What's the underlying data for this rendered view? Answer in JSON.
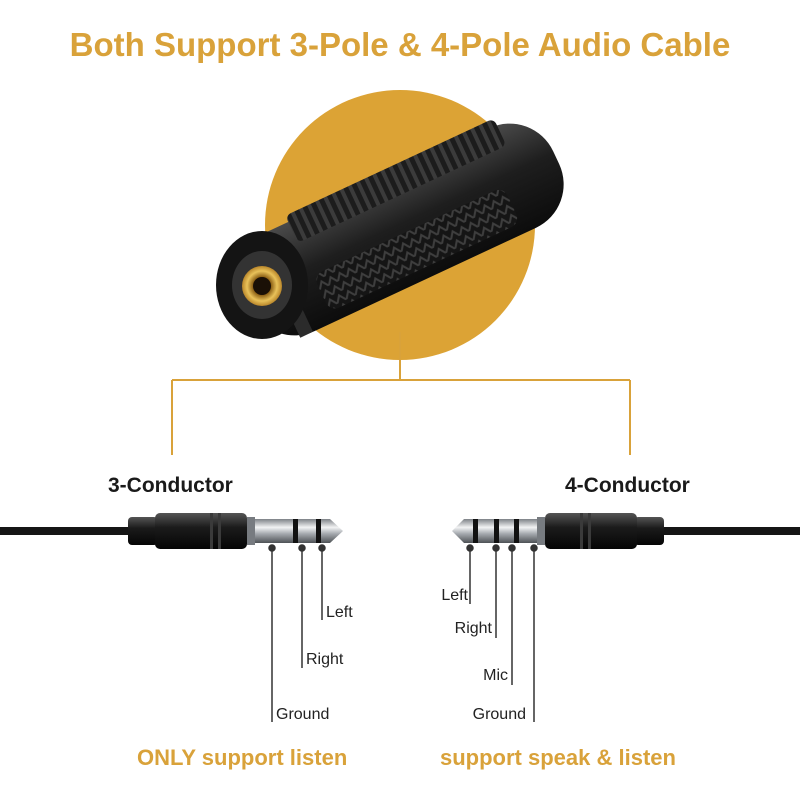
{
  "title": "Both Support 3-Pole & 4-Pole Audio Cable",
  "colors": {
    "accent": "#d9a23a",
    "text": "#1a1a1a",
    "plug": "#1c1c1c",
    "metal": "#c9ccd0",
    "gold": "#e0b44a"
  },
  "left_plug": {
    "heading": "3-Conductor",
    "labels": {
      "left": "Left",
      "right": "Right",
      "ground": "Ground"
    },
    "caption": "ONLY support listen"
  },
  "right_plug": {
    "heading": "4-Conductor",
    "labels": {
      "left": "Left",
      "right": "Right",
      "mic": "Mic",
      "ground": "Ground"
    },
    "caption": "support speak & listen"
  }
}
